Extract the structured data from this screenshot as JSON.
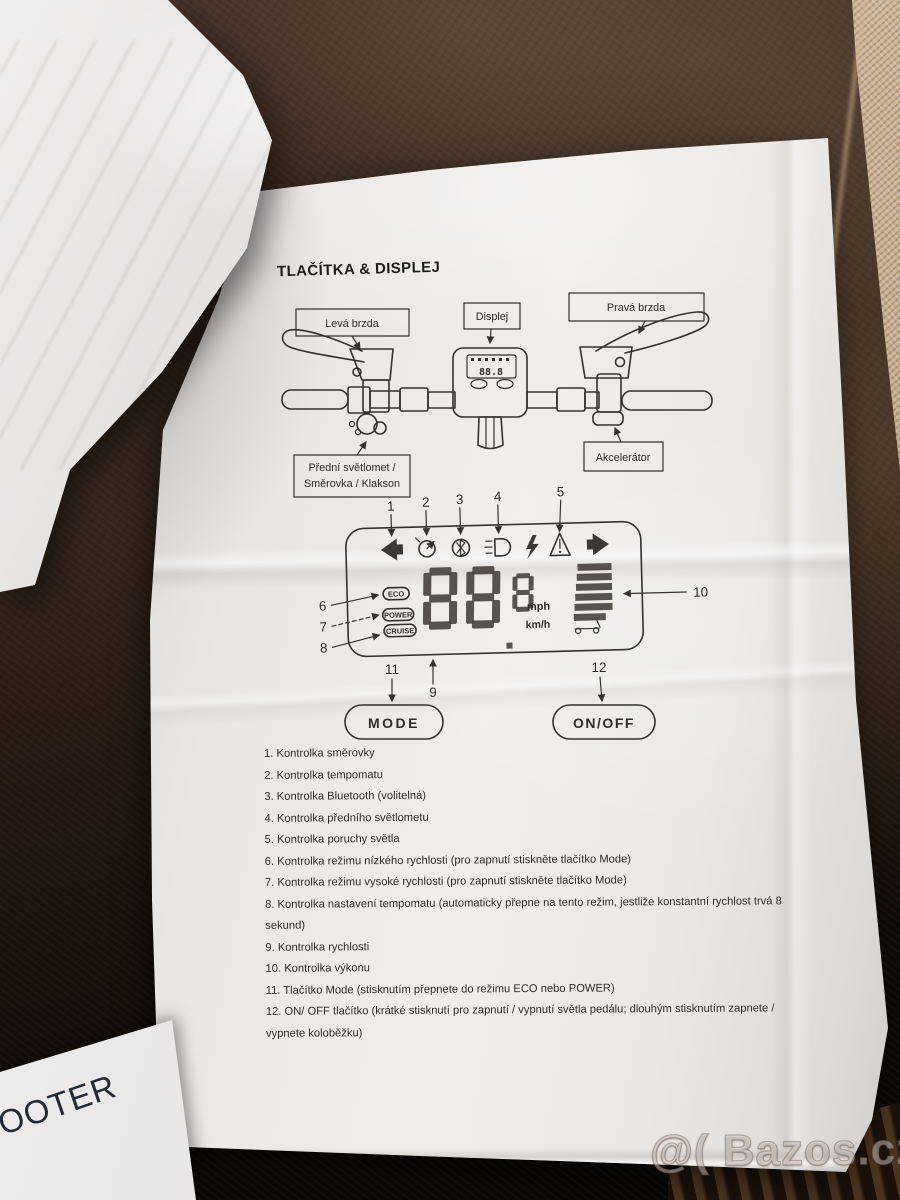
{
  "manual": {
    "title": "TLAČÍTKA & DISPLEJ",
    "handlebar_labels": {
      "left_brake": "Levá brzda",
      "display": "Displej",
      "right_brake": "Pravá brzda",
      "front_light_line1": "Přední světlomet /",
      "front_light_line2": "Směrovka / Klakson",
      "accelerator": "Akcelerátor"
    },
    "handlebar_screen_speed": "88.8",
    "display": {
      "callouts": [
        "1",
        "2",
        "3",
        "4",
        "5",
        "6",
        "7",
        "8",
        "9",
        "10",
        "11",
        "12"
      ],
      "mode_badges": {
        "eco": "ECO",
        "power": "POWER",
        "cruise": "CRUISE"
      },
      "speed_display": "88.8",
      "unit_mph": "mph",
      "unit_kmh": "km/h",
      "icons": [
        "turn-left-indicator",
        "cruise-control",
        "bluetooth",
        "headlight",
        "lightning-fault",
        "warning-triangle",
        "turn-right-indicator",
        "battery-level",
        "scooter"
      ],
      "mode_button": "MODE",
      "onoff_button": "ON/OFF"
    },
    "legend_items": [
      "1. Kontrolka směrovky",
      "2. Kontrolka tempomatu",
      "3. Kontrolka Bluetooth (volitelná)",
      "4. Kontrolka předního světlometu",
      "5. Kontrolka poruchy světla",
      "6. Kontrolka režimu nízkého rychlosti (pro zapnutí stiskněte tlačítko Mode)",
      "7. Kontrolka režimu vysoké rychlosti (pro zapnutí stiskněte tlačítko Mode)",
      "8. Kontrolka nastavení tempomatu (automaticky přepne na tento režim, jestliže konstantní rychlost trvá 8 sekund)",
      "9. Kontrolka rychlosti",
      "10. Kontrolka výkonu",
      "11. Tlačítko Mode (stisknutím přepnete do režimu ECO nebo POWER)",
      "12. ON/ OFF tlačítko (krátké stisknutí pro zapnutí / vypnutí světla pedálu; dlouhým stisknutím zapnete / vypnete koloběžku)"
    ],
    "colors": {
      "paper": "#e9e6e3",
      "ink": "#2e2c2a",
      "leather_dark": "#2f211a",
      "fabric_beige": "#c2ab8c"
    }
  },
  "back_page": {
    "visible_text": "OOTER"
  },
  "watermark": {
    "text": "@( Bazos.cz"
  }
}
